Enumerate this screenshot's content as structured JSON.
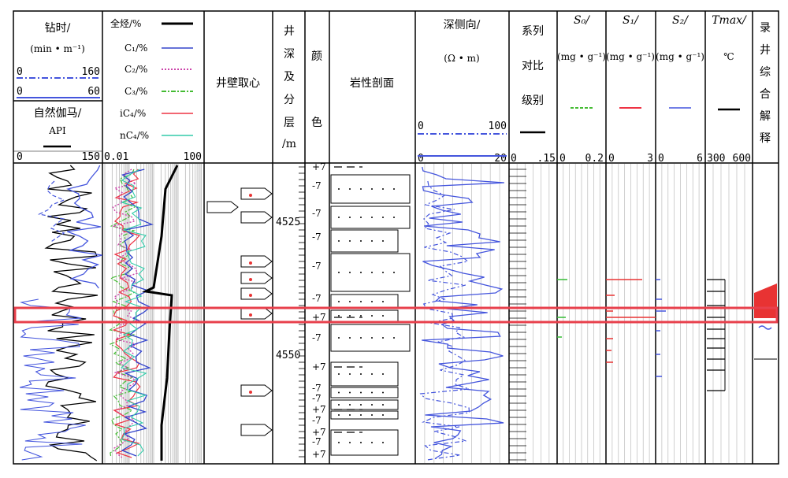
{
  "title_headers": {
    "drill_time": {
      "line1": "钻时/",
      "line2": "(min • m⁻¹)",
      "scale1_min": "0",
      "scale1_max": "160",
      "scale2_min": "0",
      "scale2_max": "60"
    },
    "gamma": {
      "line1": "自然伽马/",
      "line2": "API",
      "scale_min": "0",
      "scale_max": "150"
    },
    "gas": {
      "total": "全烃/%",
      "c1": "C₁/%",
      "c2": "C₂/%",
      "c3": "C₃/%",
      "ic4": "iC₄/%",
      "nc4": "nC₄/%",
      "scale_min": "0.01",
      "scale_max": "100"
    },
    "core": "井壁取心",
    "depth": [
      "井",
      "深",
      "及",
      "分",
      "层",
      "/m"
    ],
    "color": [
      "颜",
      "色"
    ],
    "lithology": "岩性剖面",
    "resistivity": {
      "line1": "深侧向/",
      "line2": "(Ω • m)",
      "scale1_min": "0",
      "scale1_max": "100",
      "scale2_min": "0",
      "scale2_max": "20"
    },
    "compare": {
      "line1": "系列",
      "line2": "对比",
      "line3": "级别",
      "scale_min": "0",
      "scale_max": ".15"
    },
    "s0": {
      "label": "S₀/",
      "unit": "(mg • g⁻¹)",
      "scale_min": "0",
      "scale_max": "0.2"
    },
    "s1": {
      "label": "S₁/",
      "unit": "(mg • g⁻¹)",
      "scale_min": "0",
      "scale_max": "3"
    },
    "s2": {
      "label": "S₂/",
      "unit": "(mg • g⁻¹)",
      "scale_min": "0",
      "scale_max": "6"
    },
    "tmax": {
      "label": "Tmax/",
      "unit": "℃",
      "scale_min": "300",
      "scale_max": "600"
    },
    "interp": [
      "录",
      "井",
      "综",
      "合",
      "解",
      "释"
    ]
  },
  "depth_marks": [
    "4525",
    "4550"
  ],
  "litho_codes": [
    "+7",
    "-7",
    "-7",
    "-7",
    "-7",
    "-7",
    "+7",
    "-7",
    "+7",
    "-7",
    "-7",
    "+7",
    "-7",
    "+7",
    "-7",
    "+7"
  ],
  "colors": {
    "highlight": "#e8404c",
    "c1": "#3344cc",
    "c2": "#cc44aa",
    "c3": "#44bb33",
    "ic4": "#ee3344",
    "nc4": "#33ccaa",
    "total": "#000000",
    "blue": "#4455dd",
    "green": "#33bb33",
    "red": "#e83333"
  }
}
